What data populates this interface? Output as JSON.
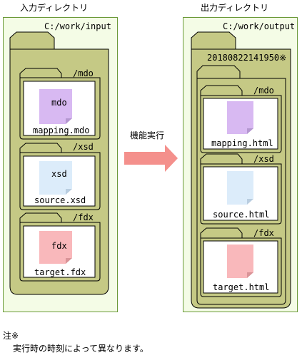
{
  "input": {
    "heading": "入力ディレクトリ",
    "path": "C:/work/input",
    "folders": [
      {
        "name": "/mdo",
        "doc_label": "mdo",
        "file": "mapping.mdo",
        "color": "#d8b9f2"
      },
      {
        "name": "/xsd",
        "doc_label": "xsd",
        "file": "source.xsd",
        "color": "#dcecfa"
      },
      {
        "name": "/fdx",
        "doc_label": "fdx",
        "file": "target.fdx",
        "color": "#f9b8bb"
      }
    ]
  },
  "process": {
    "label": "機能実行",
    "arrow_color": "#f4908c"
  },
  "output": {
    "heading": "出力ディレクトリ",
    "path": "C:/work/output",
    "timestamp_folder": "20180822141950※",
    "folders": [
      {
        "name": "/mdo",
        "file": "mapping.html",
        "color": "#d8b9f2"
      },
      {
        "name": "/xsd",
        "file": "source.html",
        "color": "#dcecfa"
      },
      {
        "name": "/fdx",
        "file": "target.html",
        "color": "#f9b8bb"
      }
    ]
  },
  "note": {
    "title": "注※",
    "text": "実行時の時刻によって異なります。"
  },
  "colors": {
    "panel_bg": "#f4fce6",
    "panel_border": "#6a9a38",
    "folder_tab": "#c5c985",
    "folder_border": "#000000"
  }
}
